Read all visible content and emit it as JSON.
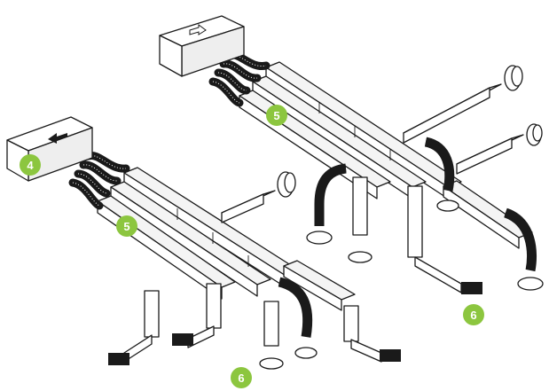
{
  "callouts": [
    {
      "id": "callout-4",
      "label": "4"
    },
    {
      "id": "callout-5-upper",
      "label": "5"
    },
    {
      "id": "callout-5-lower",
      "label": "5"
    },
    {
      "id": "callout-6-right",
      "label": "6"
    },
    {
      "id": "callout-6-bottom",
      "label": "6"
    }
  ],
  "colors": {
    "callout_fill": "#8cc63f",
    "line": "#1a1a1a",
    "background": "#ffffff"
  }
}
